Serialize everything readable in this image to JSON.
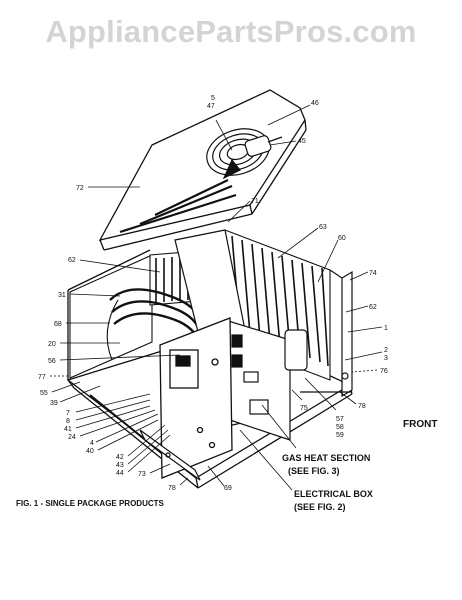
{
  "watermark": "AppliancePartsPros.com",
  "caption": "FIG. 1 - SINGLE PACKAGE PRODUCTS",
  "front_label": "FRONT",
  "gas_heat": {
    "line1": "GAS HEAT SECTION",
    "line2": "(SEE FIG. 3)"
  },
  "electrical": {
    "line1": "ELECTRICAL BOX",
    "line2": "(SEE FIG. 2)"
  },
  "parts": {
    "p5": "5",
    "p47": "47",
    "p46": "46",
    "p45": "45",
    "p72": "72",
    "p71": "71",
    "p63": "63",
    "p60": "60",
    "p74": "74",
    "p62a": "62",
    "p62b": "62",
    "p31": "31",
    "p68": "68",
    "p1": "1",
    "p20": "20",
    "p2": "2",
    "p3": "3",
    "p56": "56",
    "p76a": "76",
    "p77": "77",
    "p55": "55",
    "p39": "39",
    "p78a": "78",
    "p7": "7",
    "p8": "8",
    "p41": "41",
    "p24": "24",
    "p4": "4",
    "p57": "57",
    "p58": "58",
    "p59": "59",
    "p75": "75",
    "p40": "40",
    "p42": "42",
    "p43": "43",
    "p44": "44",
    "p73": "73",
    "p78b": "78",
    "p69": "69"
  }
}
